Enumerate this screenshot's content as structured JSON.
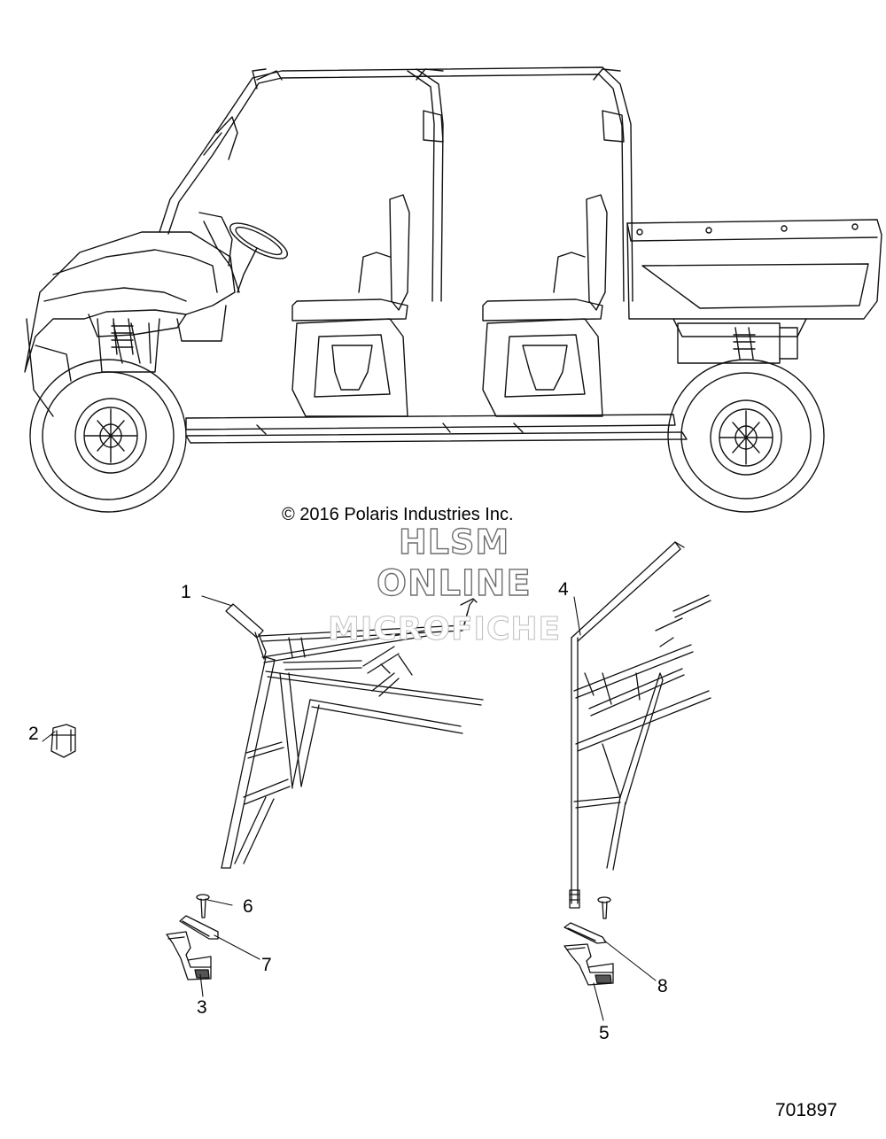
{
  "copyright": "© 2016 Polaris Industries Inc.",
  "watermark": {
    "line1": "HLSM",
    "line2": "ONLINE",
    "line3": "MICROFICHE"
  },
  "diagram_id": "701897",
  "callouts": [
    {
      "id": "1",
      "label": "1"
    },
    {
      "id": "2",
      "label": "2"
    },
    {
      "id": "3",
      "label": "3"
    },
    {
      "id": "4",
      "label": "4"
    },
    {
      "id": "5",
      "label": "5"
    },
    {
      "id": "6",
      "label": "6"
    },
    {
      "id": "7",
      "label": "7"
    },
    {
      "id": "8",
      "label": "8"
    }
  ]
}
